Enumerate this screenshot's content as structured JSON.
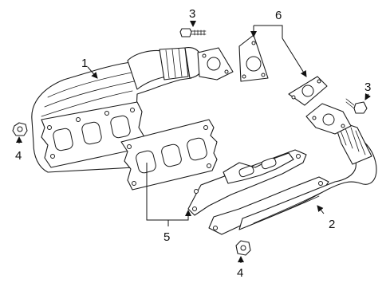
{
  "callouts": {
    "c1": "1",
    "c2": "2",
    "c3a": "3",
    "c3b": "3",
    "c4a": "4",
    "c4b": "4",
    "c5": "5",
    "c6": "6"
  }
}
